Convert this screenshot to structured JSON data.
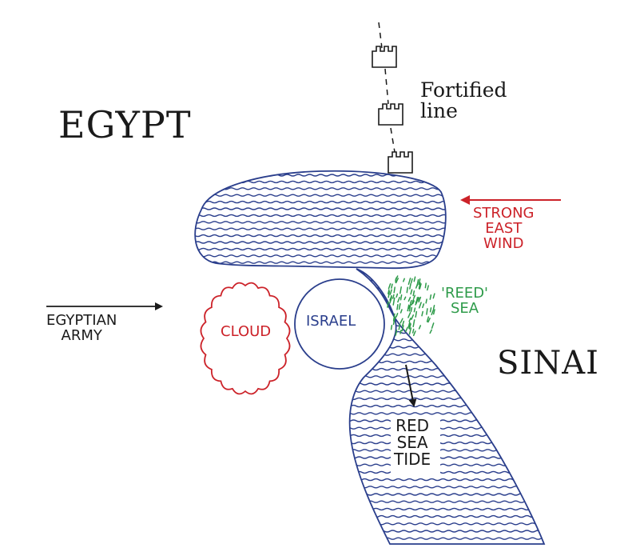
{
  "regions": {
    "egypt": "EGYPT",
    "sinai": "SINAI"
  },
  "labels": {
    "fortified_line": "Fortified\nline",
    "strong_east_wind": "STRONG\nEAST\nWIND",
    "reed_sea": "'REED'\nSEA",
    "egyptian_army": "EGYPTIAN\nARMY",
    "cloud": "CLOUD",
    "israel": "ISRAEL",
    "red_sea_tide": "RED\nSEA\nTIDE"
  },
  "colors": {
    "water": "#2a3e8c",
    "wind": "#cc2229",
    "cloud": "#cc2229",
    "reed": "#2e9b4a",
    "ink": "#1a1a1a"
  },
  "icons": [
    "fort-icon",
    "arrow-right-icon",
    "arrow-left-icon",
    "arrow-down-icon"
  ]
}
